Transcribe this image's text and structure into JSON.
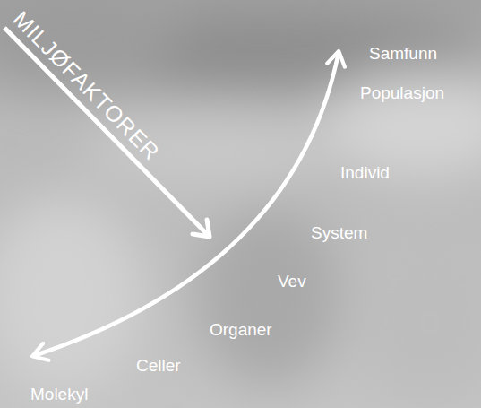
{
  "diagram": {
    "labels": [
      "MILJØFAKTORER",
      "Samfunn",
      "Populasjon",
      "Individ",
      "System",
      "Vev",
      "Organer",
      "Celler",
      "Molekyl"
    ]
  }
}
